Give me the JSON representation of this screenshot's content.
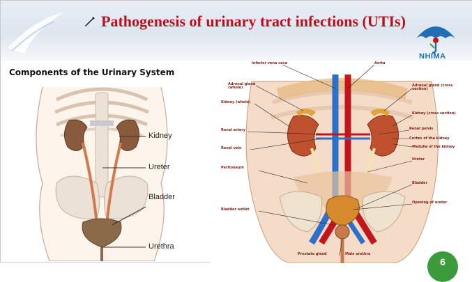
{
  "slide": {
    "title": "Pathogenesis of urinary tract infections (UTIs)",
    "logo_text": "NHIMA",
    "page_badge": "6",
    "colors": {
      "title": "#b3121e",
      "logo_umbrella": "#1f6fb2",
      "logo_text": "#1f6fb2",
      "badge": "#3b9b3b"
    }
  },
  "left_panel": {
    "heading": "Components of the Urinary System",
    "labels": [
      "Kidney",
      "Ureter",
      "Bladder",
      "Urethra"
    ]
  },
  "right_panel": {
    "labels": {
      "ivc": "Inferior vena cava",
      "adrenal_whole": "Adrenal gland (whole)",
      "kidney_whole": "Kidney (whole)",
      "renal_artery": "Renal artery",
      "renal_vein": "Renal vein",
      "peritoneum": "Peritoneum",
      "bladder_outlet": "Bladder outlet",
      "prostate": "Prostate gland",
      "male_urethra": "Male urethra",
      "aorta": "Aorta",
      "adrenal_cross": "Adrenal gland (cross section)",
      "kidney_cross": "Kidney (cross section)",
      "renal_pelvis": "Renal pelvis",
      "cortex": "Cortex of the kidney",
      "medulla": "Medulla of the kidney",
      "ureter": "Ureter",
      "bladder": "Bladder",
      "opening_ureter": "Opening of ureter"
    }
  }
}
